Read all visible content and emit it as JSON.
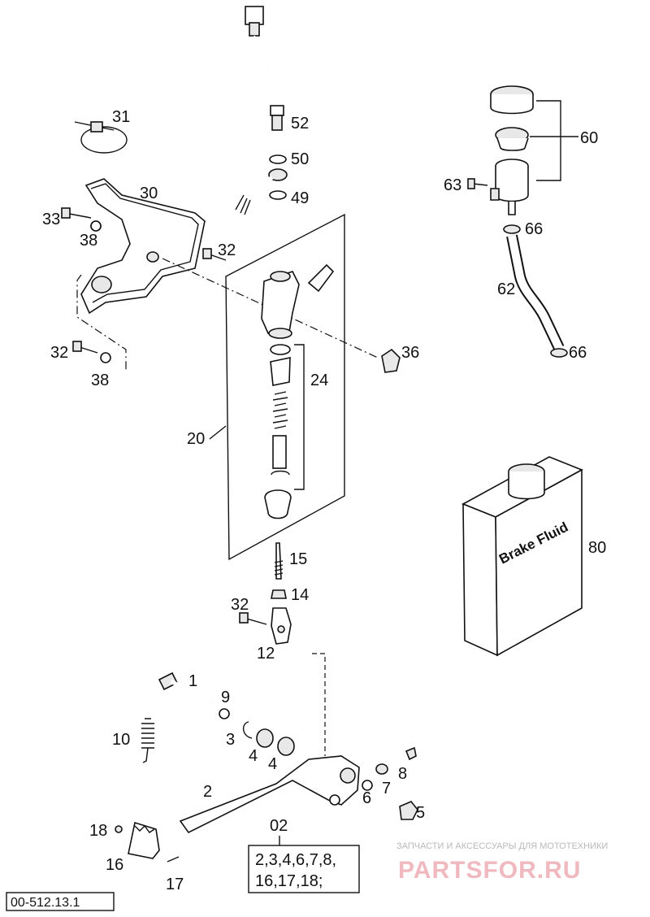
{
  "diagram": {
    "callouts": [
      {
        "id": "c52",
        "text": "52"
      },
      {
        "id": "c50",
        "text": "50"
      },
      {
        "id": "c49",
        "text": "49"
      },
      {
        "id": "c31",
        "text": "31"
      },
      {
        "id": "c30",
        "text": "30"
      },
      {
        "id": "c33",
        "text": "33"
      },
      {
        "id": "c38a",
        "text": "38"
      },
      {
        "id": "c32a",
        "text": "32"
      },
      {
        "id": "c32b",
        "text": "32"
      },
      {
        "id": "c38b",
        "text": "38"
      },
      {
        "id": "c36",
        "text": "36"
      },
      {
        "id": "c24",
        "text": "24"
      },
      {
        "id": "c20",
        "text": "20"
      },
      {
        "id": "c60",
        "text": "60"
      },
      {
        "id": "c63",
        "text": "63"
      },
      {
        "id": "c66a",
        "text": "66"
      },
      {
        "id": "c62",
        "text": "62"
      },
      {
        "id": "c66b",
        "text": "66"
      },
      {
        "id": "c80",
        "text": "80"
      },
      {
        "id": "c15",
        "text": "15"
      },
      {
        "id": "c14",
        "text": "14"
      },
      {
        "id": "c32c",
        "text": "32"
      },
      {
        "id": "c12",
        "text": "12"
      },
      {
        "id": "c1",
        "text": "1"
      },
      {
        "id": "c9",
        "text": "9"
      },
      {
        "id": "c10",
        "text": "10"
      },
      {
        "id": "c3",
        "text": "3"
      },
      {
        "id": "c4a",
        "text": "4"
      },
      {
        "id": "c4b",
        "text": "4"
      },
      {
        "id": "c8",
        "text": "8"
      },
      {
        "id": "c7",
        "text": "7"
      },
      {
        "id": "c6",
        "text": "6"
      },
      {
        "id": "c5",
        "text": "5"
      },
      {
        "id": "c2",
        "text": "2"
      },
      {
        "id": "c02",
        "text": "02"
      },
      {
        "id": "c18",
        "text": "18"
      },
      {
        "id": "c16",
        "text": "16"
      },
      {
        "id": "c17",
        "text": "17"
      }
    ],
    "kit_box": {
      "line1": "2,3,4,6,7,8,",
      "line2": "16,17,18;"
    },
    "fluid_label": "Brake Fluid",
    "reference_code": "00-512.13.1"
  },
  "watermark": {
    "tagline": "ЗАПЧАСТИ И АКСЕССУАРЫ ДЛЯ МОТОТЕХНИКИ",
    "logo": "PARTSFOR.RU"
  }
}
